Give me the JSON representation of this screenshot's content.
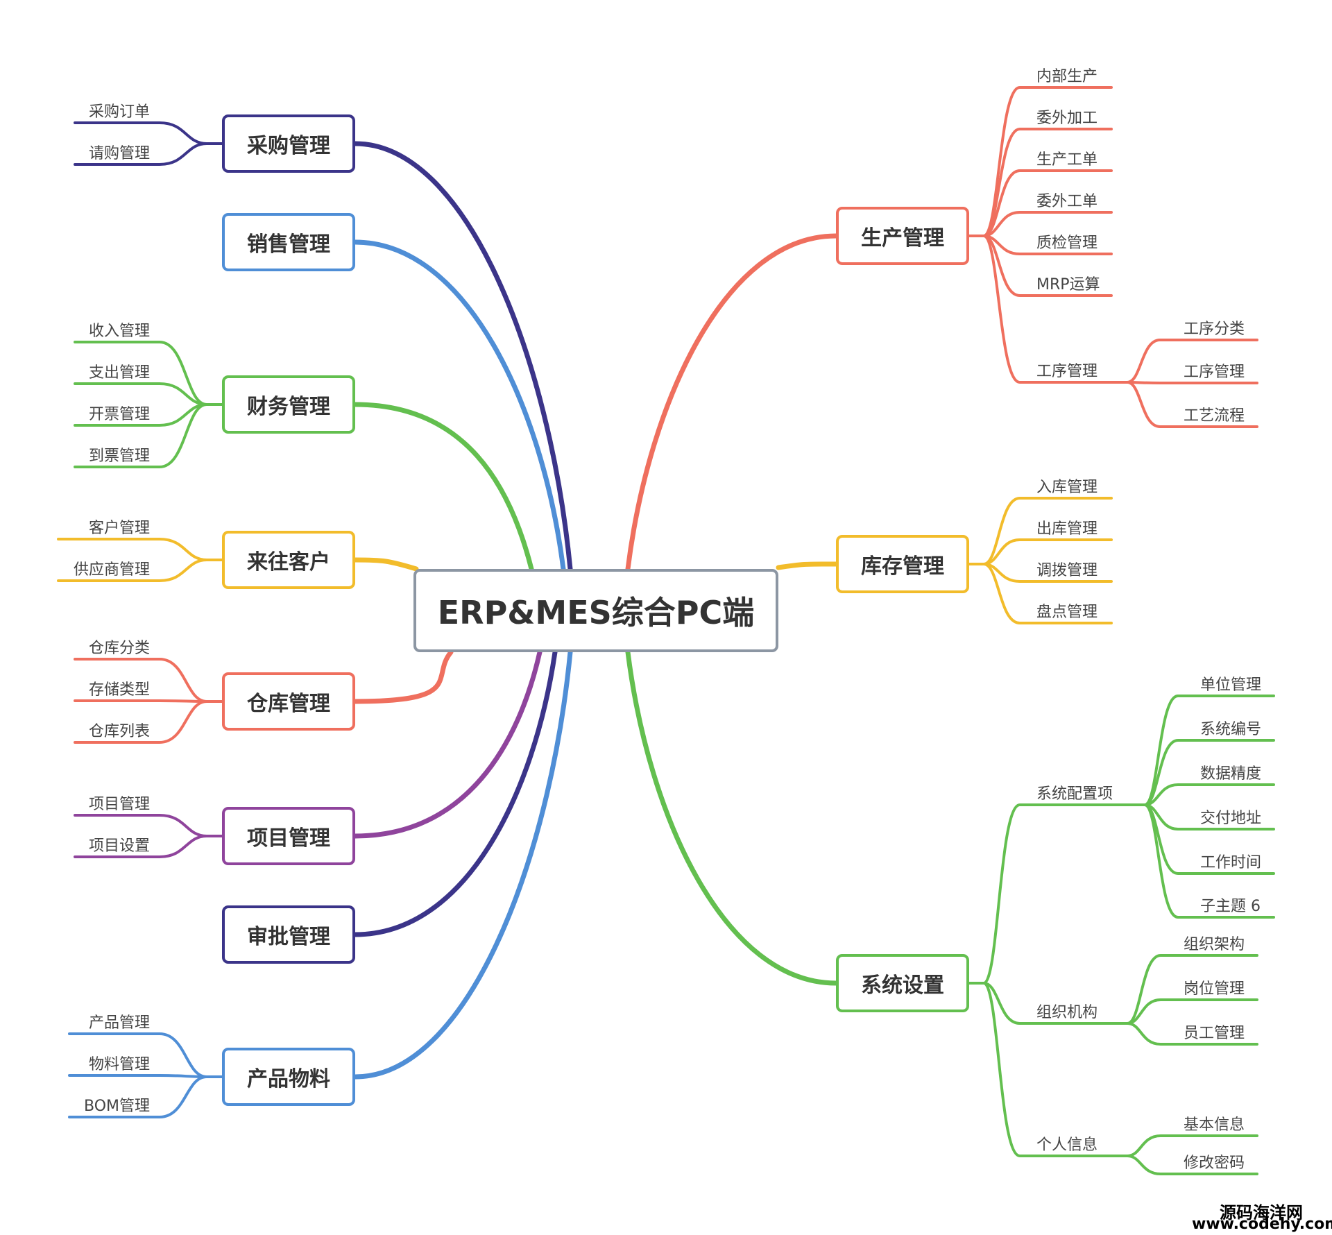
{
  "center": {
    "label": "ERP&MES综合PC端"
  },
  "colors": {
    "navy": "#3b3489",
    "blue": "#4f8ed6",
    "green": "#63bf4f",
    "yellow": "#f2bc2b",
    "red": "#ef6f5e",
    "purple": "#8f449c",
    "gray": "#8c96a3"
  },
  "branches": [
    {
      "id": "purchase",
      "label": "采购管理",
      "color": "#3b3489",
      "leaves": [
        "采购订单",
        "请购管理"
      ]
    },
    {
      "id": "sales",
      "label": "销售管理",
      "color": "#4f8ed6",
      "leaves": []
    },
    {
      "id": "finance",
      "label": "财务管理",
      "color": "#63bf4f",
      "leaves": [
        "收入管理",
        "支出管理",
        "开票管理",
        "到票管理"
      ]
    },
    {
      "id": "partners",
      "label": "来往客户",
      "color": "#f2bc2b",
      "leaves": [
        "客户管理",
        "供应商管理"
      ]
    },
    {
      "id": "warehouse",
      "label": "仓库管理",
      "color": "#ef6f5e",
      "leaves": [
        "仓库分类",
        "存储类型",
        "仓库列表"
      ]
    },
    {
      "id": "project",
      "label": "项目管理",
      "color": "#8f449c",
      "leaves": [
        "项目管理",
        "项目设置"
      ]
    },
    {
      "id": "approval",
      "label": "审批管理",
      "color": "#3b3489",
      "leaves": []
    },
    {
      "id": "product",
      "label": "产品物料",
      "color": "#4f8ed6",
      "leaves": [
        "产品管理",
        "物料管理",
        "BOM管理"
      ]
    },
    {
      "id": "production",
      "label": "生产管理",
      "color": "#ef6f5e",
      "leaves": [
        "内部生产",
        "委外加工",
        "生产工单",
        "委外工单",
        "质检管理",
        "MRP运算"
      ],
      "sub": {
        "label": "工序管理",
        "leaves": [
          "工序分类",
          "工序管理",
          "工艺流程"
        ]
      }
    },
    {
      "id": "inventory",
      "label": "库存管理",
      "color": "#f2bc2b",
      "leaves": [
        "入库管理",
        "出库管理",
        "调拨管理",
        "盘点管理"
      ]
    },
    {
      "id": "settings",
      "label": "系统设置",
      "color": "#63bf4f",
      "subs": [
        {
          "label": "系统配置项",
          "leaves": [
            "单位管理",
            "系统编号",
            "数据精度",
            "交付地址",
            "工作时间",
            "子主题 6"
          ]
        },
        {
          "label": "组织机构",
          "leaves": [
            "组织架构",
            "岗位管理",
            "员工管理"
          ]
        },
        {
          "label": "个人信息",
          "leaves": [
            "基本信息",
            "修改密码"
          ]
        }
      ]
    }
  ],
  "watermark": {
    "line1": "源码海洋网",
    "line2": "www.codehy.com"
  }
}
